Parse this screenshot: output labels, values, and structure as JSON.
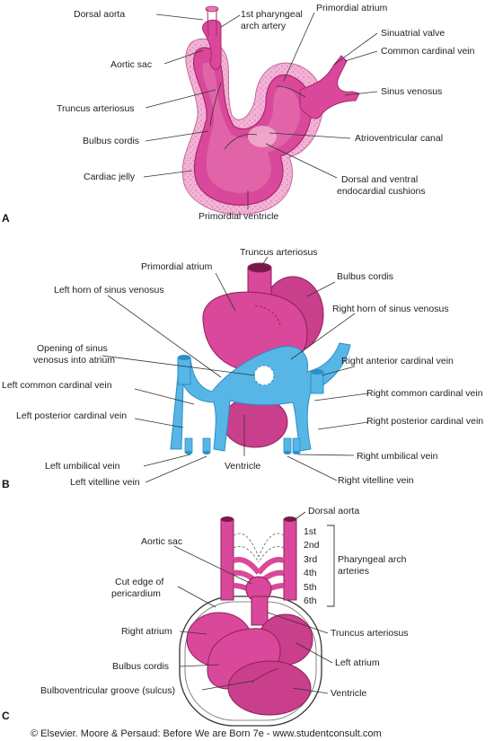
{
  "panels": {
    "a": {
      "letter": "A",
      "labels": {
        "dorsal_aorta": "Dorsal aorta",
        "first_arch_1": "1st pharyngeal",
        "first_arch_2": "arch artery",
        "primordial_atrium": "Primordial atrium",
        "sinuatrial_valve": "Sinuatrial valve",
        "common_cardinal": "Common cardinal vein",
        "aortic_sac": "Aortic sac",
        "sinus_venosus": "Sinus venosus",
        "truncus": "Truncus arteriosus",
        "bulbus": "Bulbus cordis",
        "av_canal": "Atrioventricular canal",
        "cardiac_jelly": "Cardiac jelly",
        "cushions_1": "Dorsal and ventral",
        "cushions_2": "endocardial cushions",
        "ventricle": "Primordial ventricle"
      }
    },
    "b": {
      "letter": "B",
      "labels": {
        "truncus": "Truncus arteriosus",
        "primordial_atrium": "Primordial atrium",
        "bulbus": "Bulbus cordis",
        "left_horn": "Left horn of sinus venosus",
        "right_horn": "Right horn of sinus venosus",
        "opening_1": "Opening of sinus",
        "opening_2": "venosus into atrium",
        "right_ant_cardinal": "Right anterior cardinal vein",
        "left_common": "Left common cardinal vein",
        "right_common": "Right common cardinal vein",
        "left_post": "Left posterior cardinal vein",
        "right_post": "Right posterior cardinal vein",
        "right_umb": "Right umbilical vein",
        "left_umb": "Left umbilical vein",
        "ventricle": "Ventricle",
        "left_vitelline": "Left vitelline vein",
        "right_vitelline": "Right vitelline vein"
      }
    },
    "c": {
      "letter": "C",
      "labels": {
        "dorsal_aorta": "Dorsal aorta",
        "aortic_sac": "Aortic sac",
        "arch_1": "1st",
        "arch_2": "2nd",
        "arch_3": "3rd",
        "arch_4": "4th",
        "arch_5": "5th",
        "arch_6": "6th",
        "pharyngeal_1": "Pharyngeal arch",
        "pharyngeal_2": "arteries",
        "cut_edge_1": "Cut edge of",
        "cut_edge_2": "pericardium",
        "right_atrium": "Right atrium",
        "truncus": "Truncus arteriosus",
        "left_atrium": "Left atrium",
        "bulbus": "Bulbus cordis",
        "groove": "Bulboventricular groove (sulcus)",
        "ventricle": "Ventricle"
      }
    }
  },
  "credit": "© Elsevier. Moore & Persaud: Before We are Born 7e - www.studentconsult.com",
  "colors": {
    "heart": "#d9489a",
    "heart_dark": "#b8307c",
    "heart_light": "#ec8cc2",
    "jelly": "#f0a9cf",
    "vein": "#57b6e6",
    "vein_dark": "#2a8fc6"
  }
}
